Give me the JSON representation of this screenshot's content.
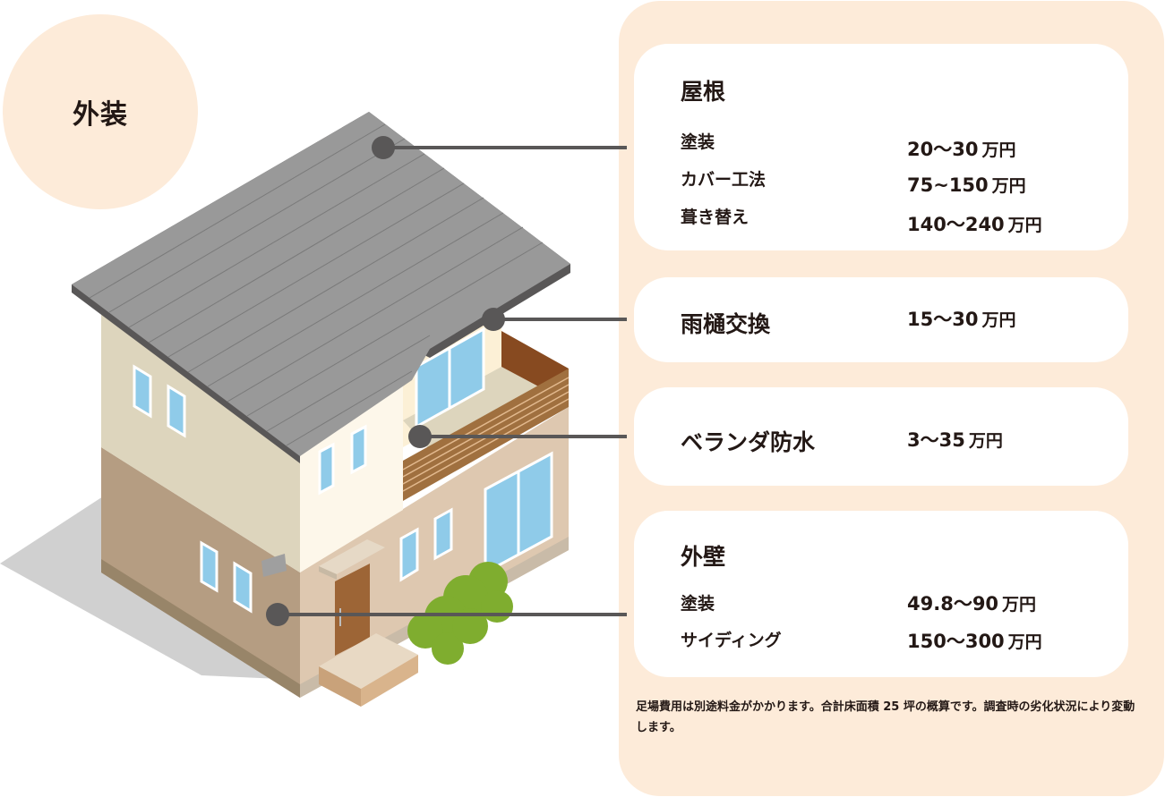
{
  "header": {
    "title": "外装"
  },
  "colors": {
    "panel_bg": "#fdebd9",
    "card_bg": "#ffffff",
    "text": "#231815",
    "leader_line": "#595757",
    "roof": "#999999",
    "wall_upper": "#ddd5bd",
    "wall_lower": "#b59d82",
    "balcony_wood": "#a0703f",
    "window": "#8fcbe9",
    "door": "#9d6536",
    "bush": "#7fad2f",
    "shadow": "#d0d0d0"
  },
  "cards": [
    {
      "title": "屋根",
      "rows": [
        {
          "label": "塗装",
          "price": "20〜30",
          "unit": "万円"
        },
        {
          "label": "カバー工法",
          "price": "75~150",
          "unit": "万円"
        },
        {
          "label": "葺き替え",
          "price": "140〜240",
          "unit": "万円"
        }
      ]
    },
    {
      "title": "雨樋交換",
      "price": "15〜30",
      "unit": "万円"
    },
    {
      "title": "ベランダ防水",
      "price": "3〜35",
      "unit": "万円"
    },
    {
      "title": "外壁",
      "rows": [
        {
          "label": "塗装",
          "price": "49.8〜90",
          "unit": "万円"
        },
        {
          "label": "サイディング",
          "price": "150〜300",
          "unit": "万円"
        }
      ]
    }
  ],
  "note": "足場費用は別途料金がかかります。合計床面積 25 坪の概算です。調査時の劣化状況により変動します。",
  "callouts": [
    {
      "target": "屋根",
      "dot": [
        428,
        165
      ]
    },
    {
      "target": "雨樋交換",
      "dot": [
        551,
        357
      ]
    },
    {
      "target": "ベランダ防水",
      "dot": [
        469,
        488
      ]
    },
    {
      "target": "外壁",
      "dot": [
        310,
        687
      ]
    }
  ]
}
